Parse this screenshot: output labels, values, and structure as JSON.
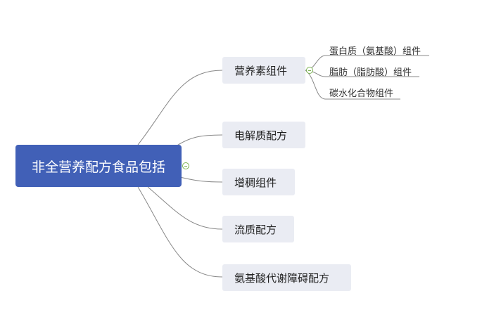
{
  "root": {
    "label": "非全营养配方食品包括"
  },
  "branches": [
    {
      "label": "营养素组件"
    },
    {
      "label": "电解质配方"
    },
    {
      "label": "增稠组件"
    },
    {
      "label": "流质配方"
    },
    {
      "label": "氨基酸代谢障碍配方"
    }
  ],
  "sub_branches": [
    {
      "label": "蛋白质（氨基酸）组件"
    },
    {
      "label": "脂肪（脂肪酸）组件"
    },
    {
      "label": "碳水化合物组件"
    }
  ],
  "colors": {
    "root_fill": "#4160b7",
    "node_fill": "#eaecf3",
    "line": "#888888",
    "collapse": "#7ab34f"
  },
  "icons": {
    "collapse": "minus-circle-icon"
  }
}
